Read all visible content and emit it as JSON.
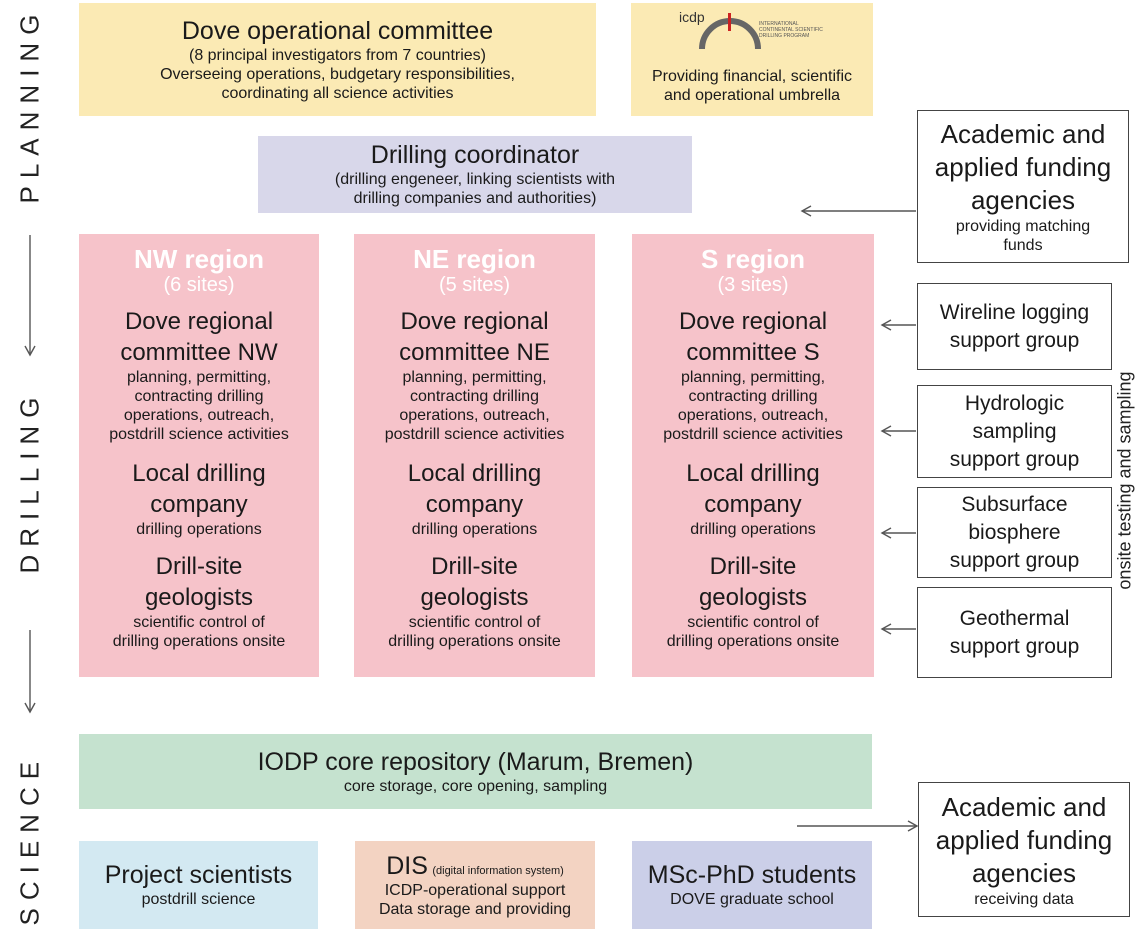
{
  "sidebar": {
    "planning": "PLANNING",
    "drilling": "DRILLING",
    "science": "SCIENCE"
  },
  "operational_committee": {
    "title": "Dove operational committee",
    "line1": "(8 principal investigators from 7 countries)",
    "line2": "Overseeing operations, budgetary responsibilities,",
    "line3": "coordinating all science activities"
  },
  "icdp": {
    "logo_text": "icdp",
    "logo_line1": "INTERNATIONAL",
    "logo_line2": "CONTINENTAL SCIENTIFIC",
    "logo_line3": "DRILLING PROGRAM",
    "line1": "Providing financial, scientific",
    "line2": "and operational umbrella"
  },
  "funding_top": {
    "line1": "Academic and",
    "line2": "applied funding",
    "line3": "agencies",
    "sub1": "providing matching",
    "sub2": "funds"
  },
  "drilling_coordinator": {
    "title": "Drilling coordinator",
    "line1": "(drilling engeneer, linking scientists with",
    "line2": "drilling companies and authorities)"
  },
  "regions": [
    {
      "name": "NW region",
      "sites": "(6 sites)",
      "committee1": "Dove regional",
      "committee2": "committee NW",
      "c_desc1": "planning, permitting,",
      "c_desc2": "contracting drilling",
      "c_desc3": "operations, outreach,",
      "c_desc4": "postdrill science activities",
      "company1": "Local drilling",
      "company2": "company",
      "company_desc": "drilling operations",
      "geo1": "Drill-site",
      "geo2": "geologists",
      "geo_desc1": "scientific control of",
      "geo_desc2": "drilling operations onsite"
    },
    {
      "name": "NE region",
      "sites": "(5 sites)",
      "committee1": "Dove regional",
      "committee2": "committee NE",
      "c_desc1": "planning, permitting,",
      "c_desc2": "contracting drilling",
      "c_desc3": "operations, outreach,",
      "c_desc4": "postdrill science activities",
      "company1": "Local drilling",
      "company2": "company",
      "company_desc": "drilling operations",
      "geo1": "Drill-site",
      "geo2": "geologists",
      "geo_desc1": "scientific control of",
      "geo_desc2": "drilling operations onsite"
    },
    {
      "name": "S region",
      "sites": "(3 sites)",
      "committee1": "Dove regional",
      "committee2": "committee S",
      "c_desc1": "planning, permitting,",
      "c_desc2": "contracting drilling",
      "c_desc3": "operations, outreach,",
      "c_desc4": "postdrill science activities",
      "company1": "Local drilling",
      "company2": "company",
      "company_desc": "drilling operations",
      "geo1": "Drill-site",
      "geo2": "geologists",
      "geo_desc1": "scientific control of",
      "geo_desc2": "drilling operations onsite"
    }
  ],
  "support_groups": {
    "wireline": [
      "Wireline logging",
      "support group"
    ],
    "hydrologic": [
      "Hydrologic",
      "sampling",
      "support group"
    ],
    "biosphere": [
      "Subsurface",
      "biosphere",
      "support group"
    ],
    "geothermal": [
      "Geothermal",
      "support group"
    ],
    "side_label": "onsite testing and sampling"
  },
  "repository": {
    "title": "IODP core repository (Marum, Bremen)",
    "desc": "core storage, core opening, sampling"
  },
  "funding_bottom": {
    "line1": "Academic and",
    "line2": "applied funding",
    "line3": "agencies",
    "sub": "receiving data"
  },
  "project_scientists": {
    "title": "Project scientists",
    "desc": "postdrill science"
  },
  "dis": {
    "title": "DIS",
    "title_small": "(digital information system)",
    "line1": "ICDP-operational support",
    "line2": "Data storage and providing"
  },
  "students": {
    "title": "MSc-PhD students",
    "desc": "DOVE graduate school"
  },
  "colors": {
    "yellow": "#fbeab4",
    "lavender": "#d8d7ea",
    "pink": "#f6c3ca",
    "green": "#c5e2cf",
    "light_blue": "#d3e9f2",
    "tan": "#f3d3c2"
  }
}
